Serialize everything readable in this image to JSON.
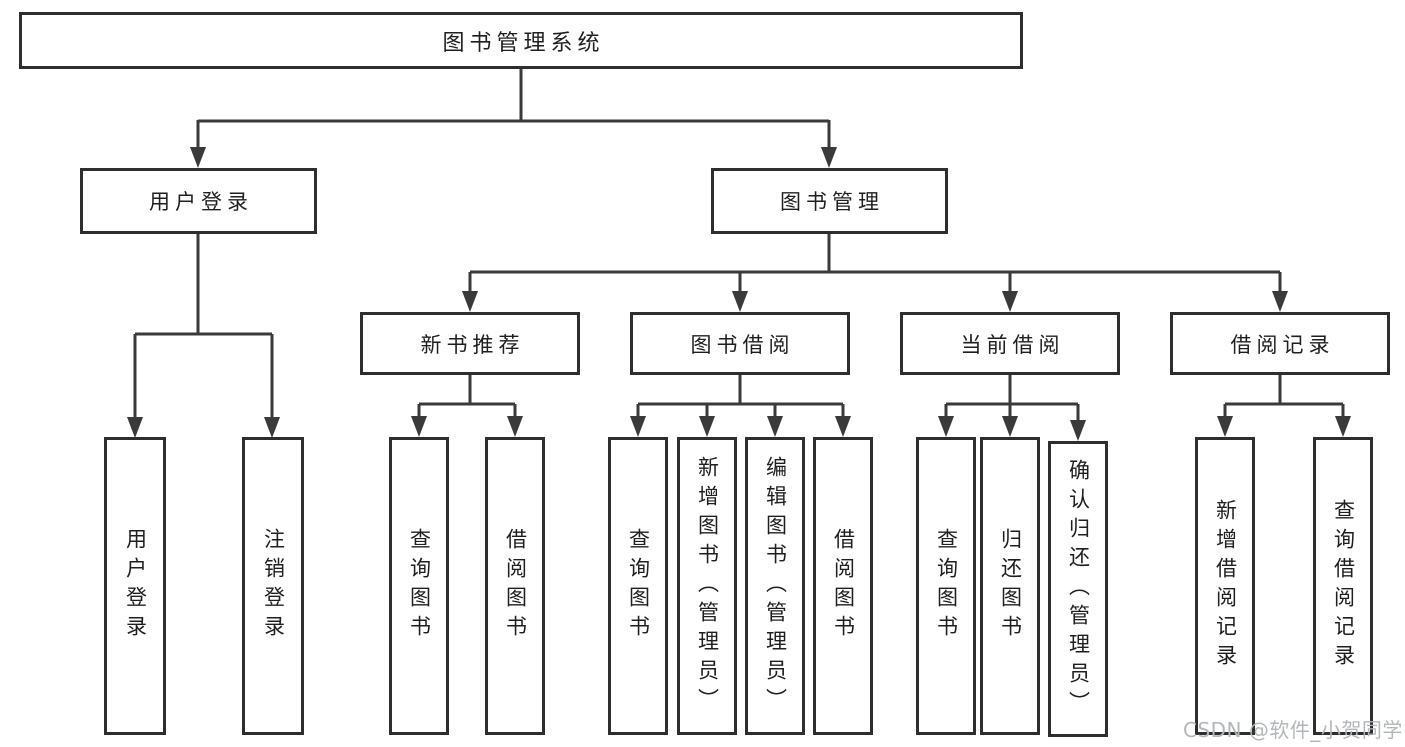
{
  "tree": {
    "root": {
      "label": "图书管理系统"
    },
    "children": [
      {
        "label": "用户登录",
        "children": [
          {
            "label": "用户登录"
          },
          {
            "label": "注销登录"
          }
        ]
      },
      {
        "label": "图书管理",
        "children": [
          {
            "label": "新书推荐",
            "children": [
              {
                "label": "查询图书"
              },
              {
                "label": "借阅图书"
              }
            ]
          },
          {
            "label": "图书借阅",
            "children": [
              {
                "label": "查询图书"
              },
              {
                "label": "新增图书（管理员）"
              },
              {
                "label": "编辑图书（管理员）"
              },
              {
                "label": "借阅图书"
              }
            ]
          },
          {
            "label": "当前借阅",
            "children": [
              {
                "label": "查询图书"
              },
              {
                "label": "归还图书"
              },
              {
                "label": "确认归还（管理员）"
              }
            ]
          },
          {
            "label": "借阅记录",
            "children": [
              {
                "label": "新增借阅记录"
              },
              {
                "label": "查询借阅记录"
              }
            ]
          }
        ]
      }
    ]
  },
  "watermark": {
    "text": "CSDN @软件_小贺同学"
  },
  "colors": {
    "line": "#3a3a3a",
    "box_border": "#2e2e2e",
    "box_fill": "#ffffff",
    "text": "#1f1f1f",
    "watermark": "#b4b7ba",
    "background": "#ffffff"
  }
}
